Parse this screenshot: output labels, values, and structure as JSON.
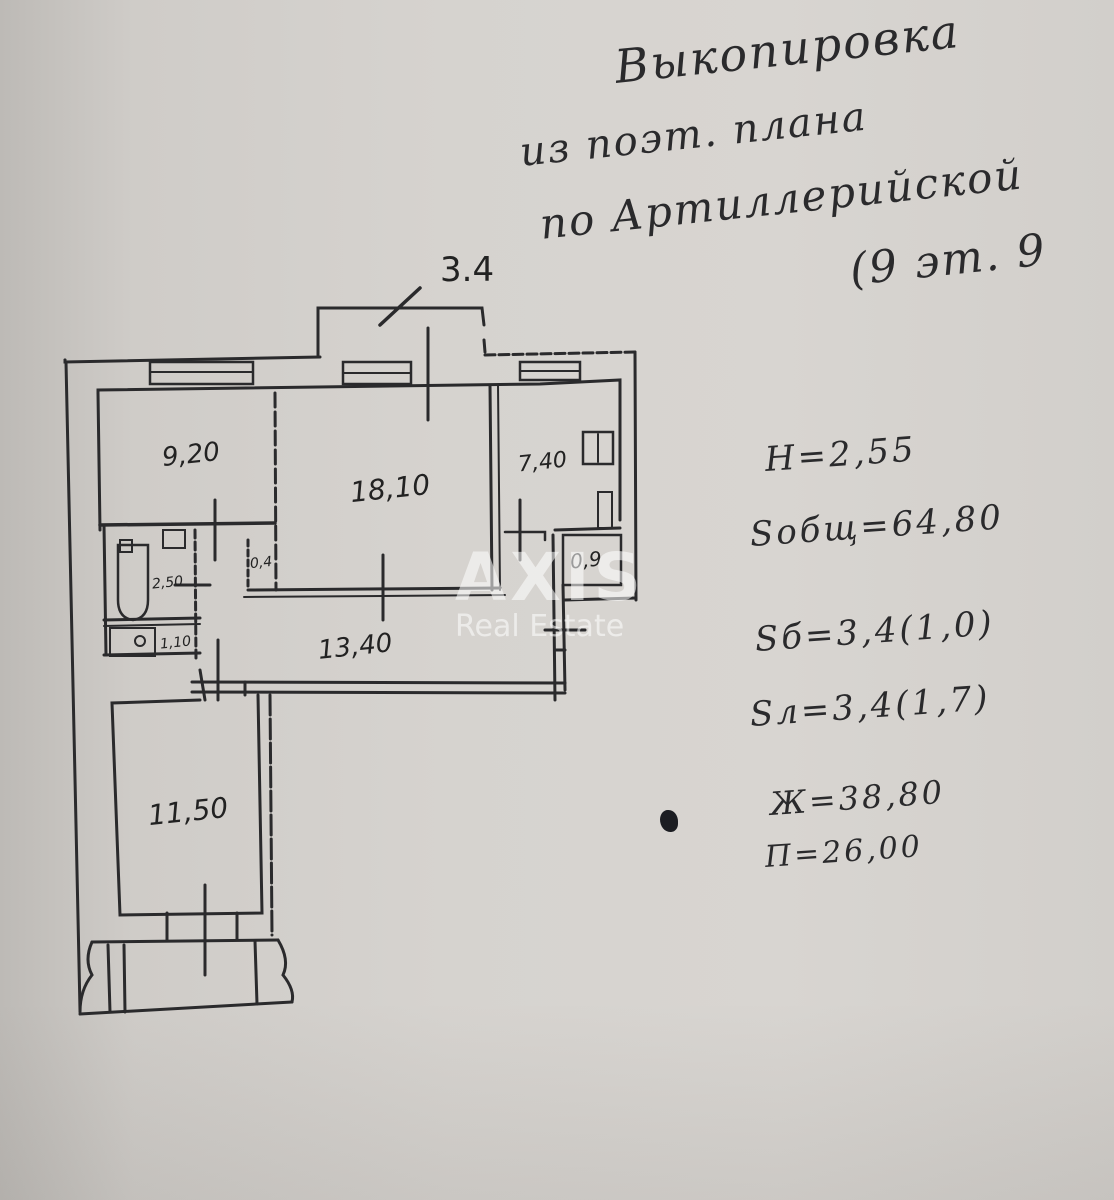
{
  "document": {
    "type": "apartment-floor-plan",
    "header_note": {
      "lines": [
        "Выкопировка",
        "из поэт. плана",
        "по Артиллерийской",
        "(9 эт. 9"
      ]
    },
    "balcony_label": "3.4",
    "rooms": [
      {
        "id": "room-small",
        "area": "9,20"
      },
      {
        "id": "room-living",
        "area": "18,10"
      },
      {
        "id": "kitchen",
        "area": "7,40"
      },
      {
        "id": "pantry",
        "area": "0,9"
      },
      {
        "id": "closet",
        "area": "0,4"
      },
      {
        "id": "bathroom",
        "area": "2,50"
      },
      {
        "id": "toilet",
        "area": "1,10"
      },
      {
        "id": "hallway",
        "area": "13,40"
      },
      {
        "id": "room-bedroom",
        "area": "11,50"
      }
    ],
    "summary": {
      "ceiling_height": "H=2,55",
      "total_area": "Sобщ=64,80",
      "balcony_area": "Sб=3,4(1,0)",
      "loggia_area": "Sл=3,4(1,7)",
      "living_area": "Ж=38,80",
      "auxiliary_area": "П=26,00"
    },
    "watermark": {
      "logo": "AXIS",
      "subtitle": "Real Estate"
    },
    "colors": {
      "paper": "#d6d3cf",
      "ink": "#2a2a2c",
      "watermark": "#ffffff"
    }
  }
}
